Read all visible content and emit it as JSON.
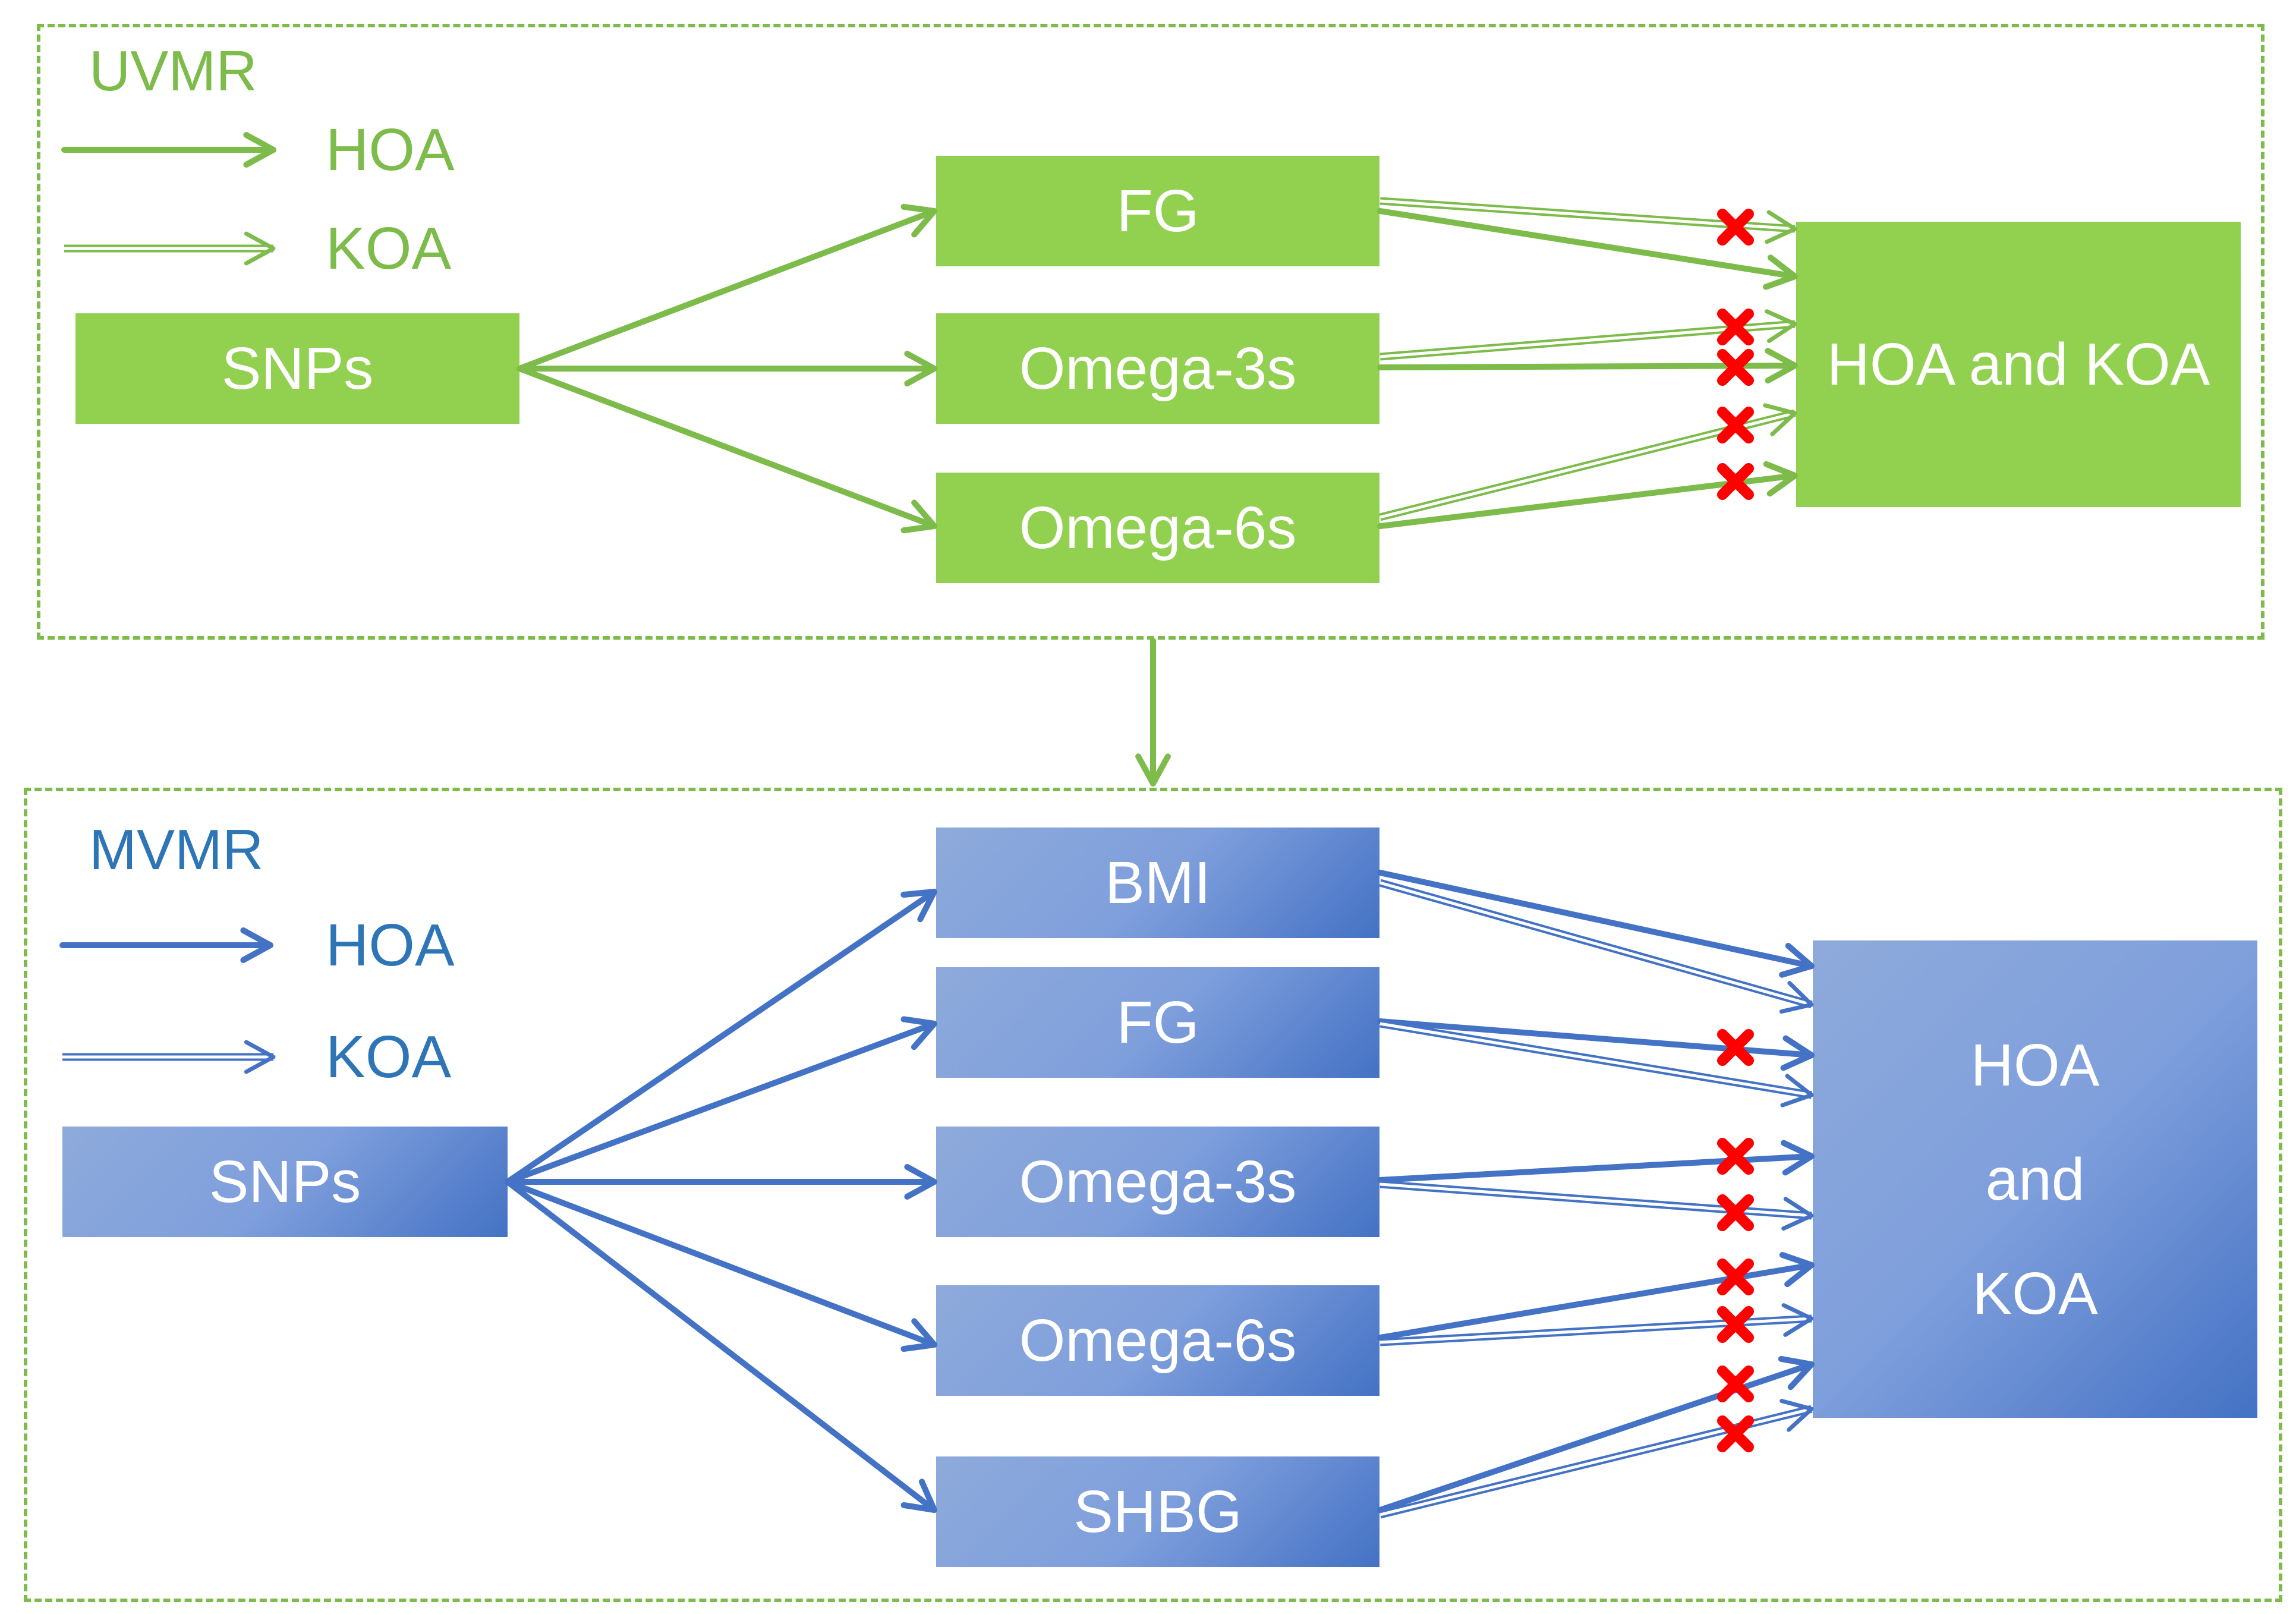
{
  "colors": {
    "green_box": "#92d050",
    "green_line": "#7dbb4a",
    "blue_line": "#4472c4",
    "blue_text": "#2e75b6",
    "cross": "#ff0000"
  },
  "uvmr": {
    "title": "UVMR",
    "legend": {
      "solid": "HOA",
      "hollow": "KOA"
    },
    "source": "SNPs",
    "exposures": [
      "FG",
      "Omega-3s",
      "Omega-6s"
    ],
    "outcome": "HOA and KOA"
  },
  "mvmr": {
    "title": "MVMR",
    "legend": {
      "solid": "HOA",
      "hollow": "KOA"
    },
    "source": "SNPs",
    "exposures": [
      "BMI",
      "FG",
      "Omega-3s",
      "Omega-6s",
      "SHBG"
    ],
    "outcome_lines": [
      "HOA",
      "and",
      "KOA"
    ]
  }
}
